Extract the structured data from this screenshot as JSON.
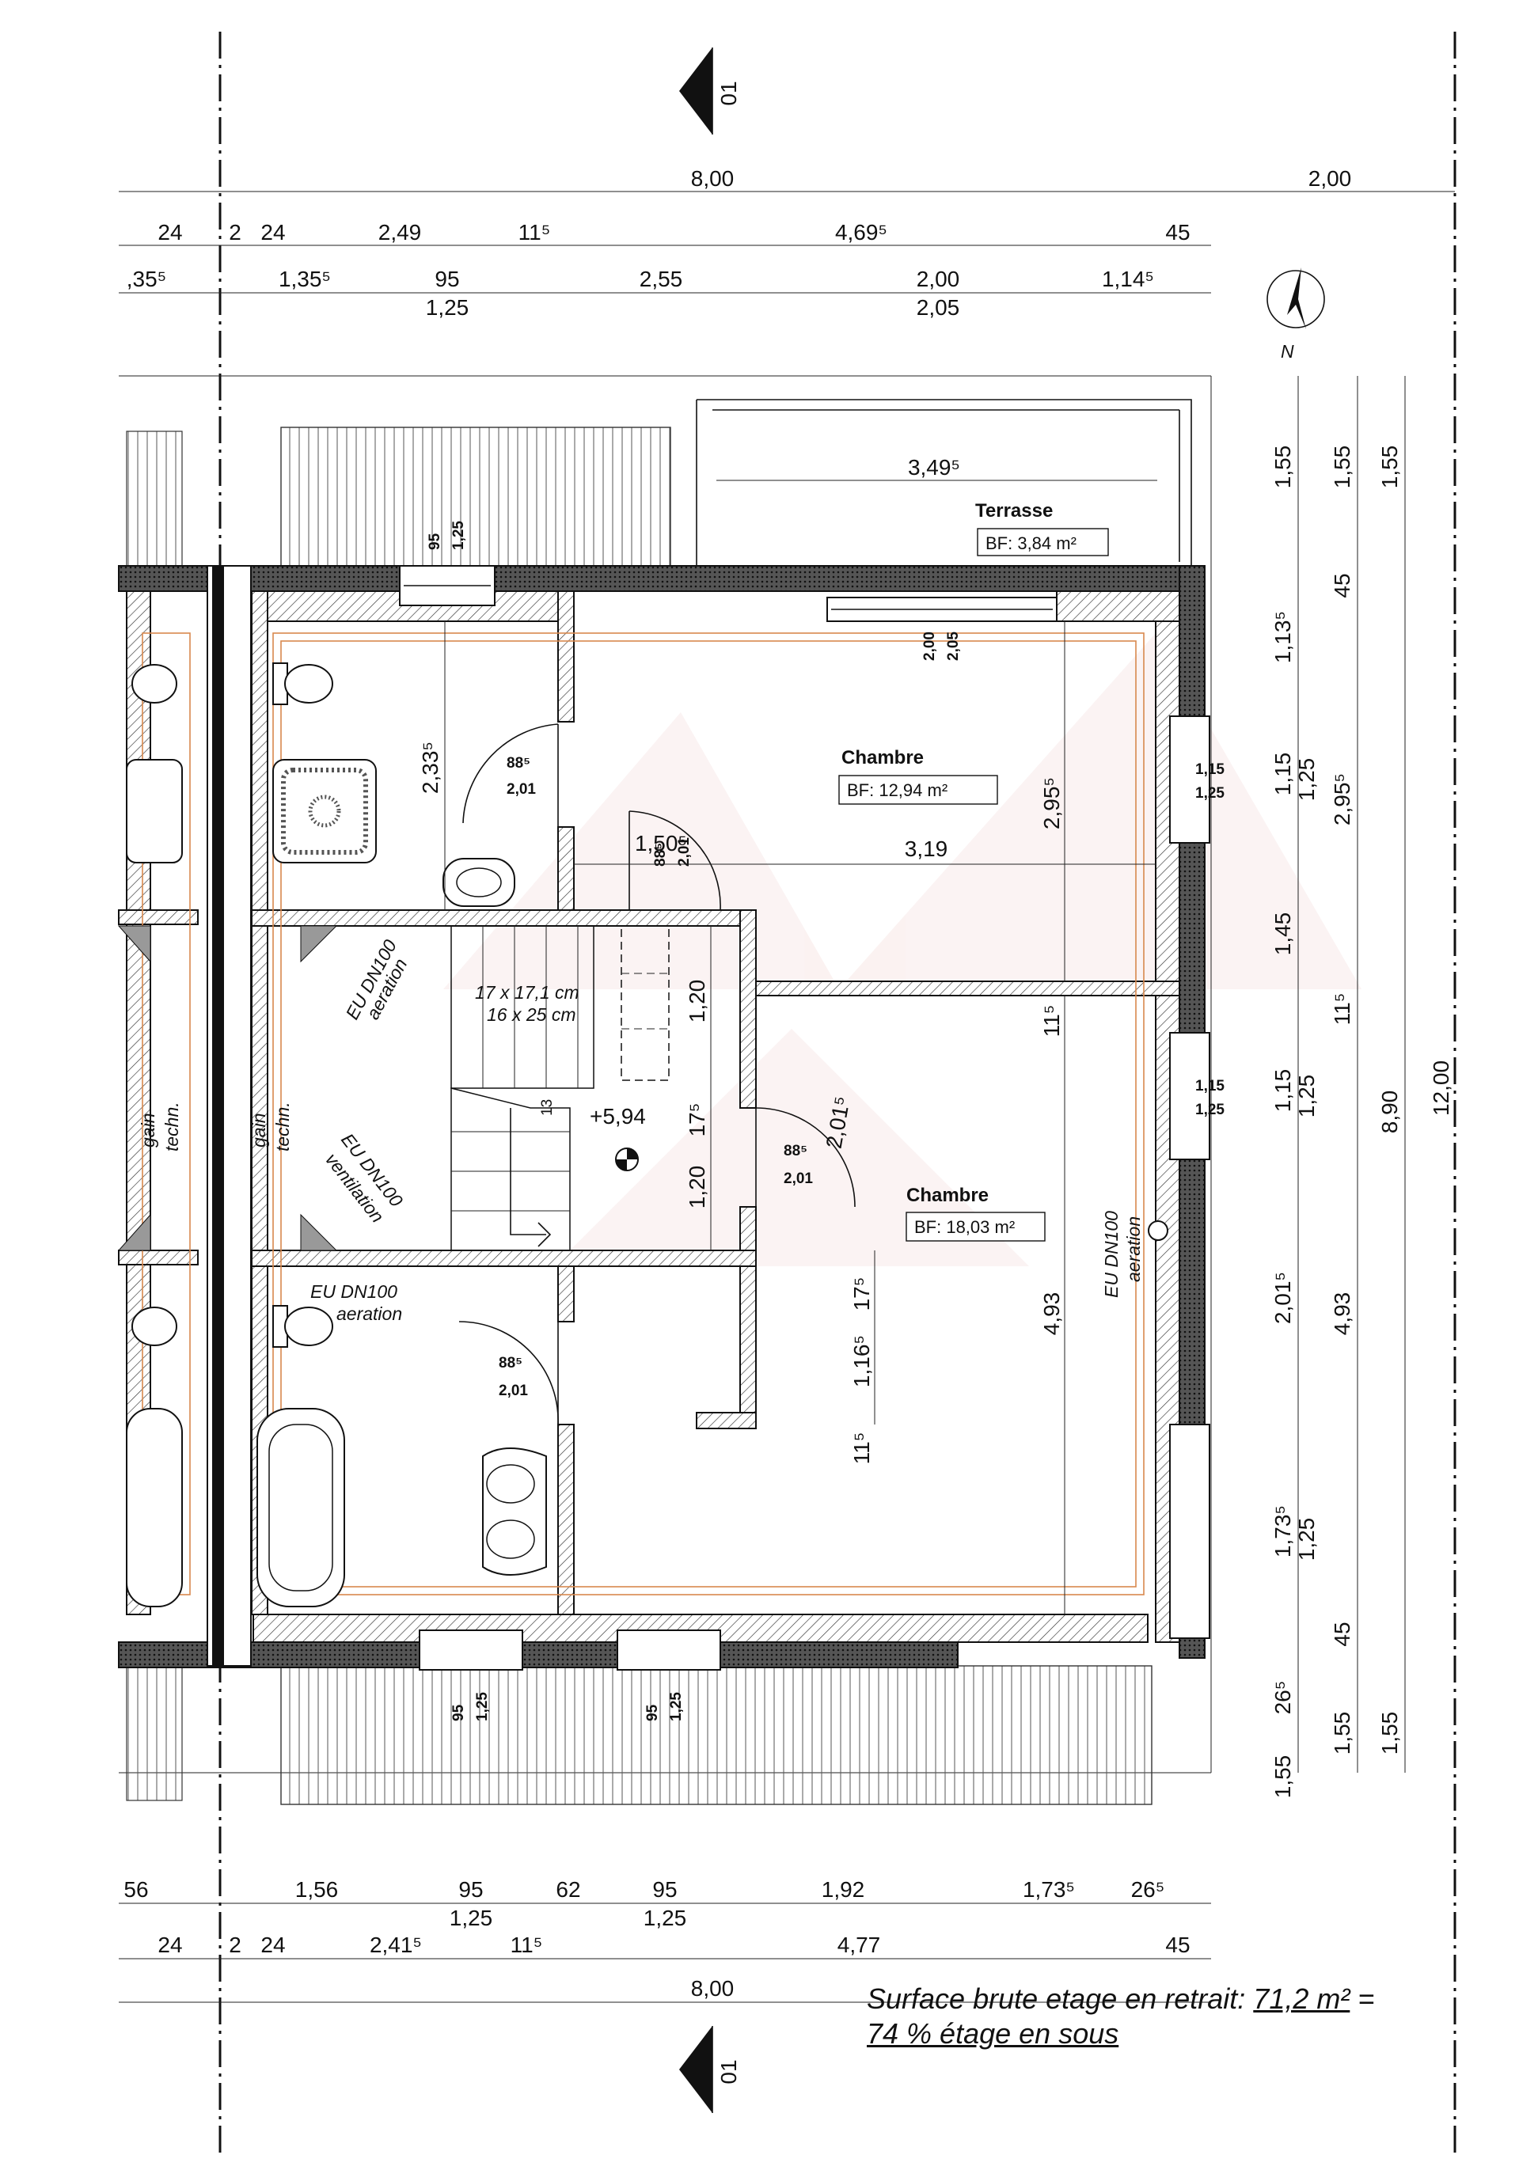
{
  "section_marker": "01",
  "north_label": "N",
  "dims": {
    "top_total": "8,00",
    "top_right": "2,00",
    "top_row1": [
      "24",
      "2",
      "24",
      "2,49",
      "11⁵",
      "4,69⁵",
      "45"
    ],
    "top_row2": [
      ",35⁵",
      "1,35⁵",
      "95",
      "1,25",
      "2,55",
      "2,00",
      "2,05",
      "1,14⁵"
    ],
    "bottom_row1": [
      "56",
      "1,56",
      "95",
      "1,25",
      "62",
      "95",
      "1,25",
      "1,92",
      "1,73⁵",
      "26⁵"
    ],
    "bottom_row2": [
      "24",
      "2",
      "24",
      "2,41⁵",
      "11⁵",
      "4,77",
      "45"
    ],
    "bottom_total": "8,00",
    "right_col1": [
      "1,55",
      "1,13⁵",
      "1,15",
      "1,45",
      "1,15",
      "2,01⁵",
      "1,73⁵",
      "26⁵",
      "1,55"
    ],
    "right_col1b": [
      "1,25",
      "1,25",
      "1,25"
    ],
    "right_col2": [
      "1,55",
      "45",
      "2,95⁵",
      "11⁵",
      "4,93",
      "45",
      "1,55"
    ],
    "right_col3": [
      "1,55",
      "8,90",
      "12,00",
      "1,55"
    ],
    "right_windows": [
      "1,15",
      "1,25",
      "1,15",
      "1,25"
    ]
  },
  "rooms": {
    "terrasse": {
      "name": "Terrasse",
      "area": "BF: 3,84 m²",
      "width": "3,49⁵"
    },
    "chambre1": {
      "name": "Chambre",
      "area": "BF: 12,94 m²",
      "width": "3,19",
      "height": "2,95⁵"
    },
    "chambre2": {
      "name": "Chambre",
      "area": "BF: 18,03 m²",
      "height": "4,93"
    }
  },
  "annotations": {
    "eu_dn100_aeration": "EU DN100",
    "aeration": "aeration",
    "ventilation": "ventilation",
    "gain_techn_1": "gain",
    "gain_techn_2": "techn.",
    "stair_1": "17 x 17,1 cm",
    "stair_2": "16 x 25 cm",
    "level": "+5,94",
    "stair_count": "13"
  },
  "openings": {
    "door": [
      "88⁵",
      "2,01"
    ],
    "window_top": [
      "95",
      "1,25"
    ],
    "terrace_door": [
      "2,00",
      "2,05"
    ],
    "hall_misc": [
      "2,33⁵",
      "1,50⁵",
      "1,20",
      "17⁵",
      "1,20",
      "2,01⁵",
      "17⁵",
      "1,16⁵",
      "11⁵",
      "11⁵"
    ]
  },
  "summary": {
    "line1_prefix": "Surface brute etage en retrait: ",
    "line1_value": "71,2 m²",
    "line1_suffix": " =",
    "line2": "74 % étage en sous"
  }
}
